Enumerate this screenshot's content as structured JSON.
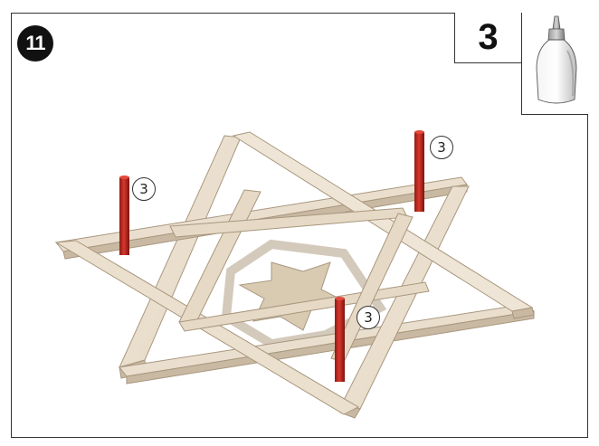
{
  "step": {
    "number": "11"
  },
  "quantity": {
    "value": "3"
  },
  "supply": {
    "icon": "glue-bottle-icon"
  },
  "callouts": [
    {
      "label": "3"
    },
    {
      "label": "3"
    },
    {
      "label": "3"
    }
  ],
  "colors": {
    "wood": "#e8dccb",
    "wood_dark": "#c9b9a3",
    "dowel": "#c0261e",
    "badge": "#111111"
  }
}
